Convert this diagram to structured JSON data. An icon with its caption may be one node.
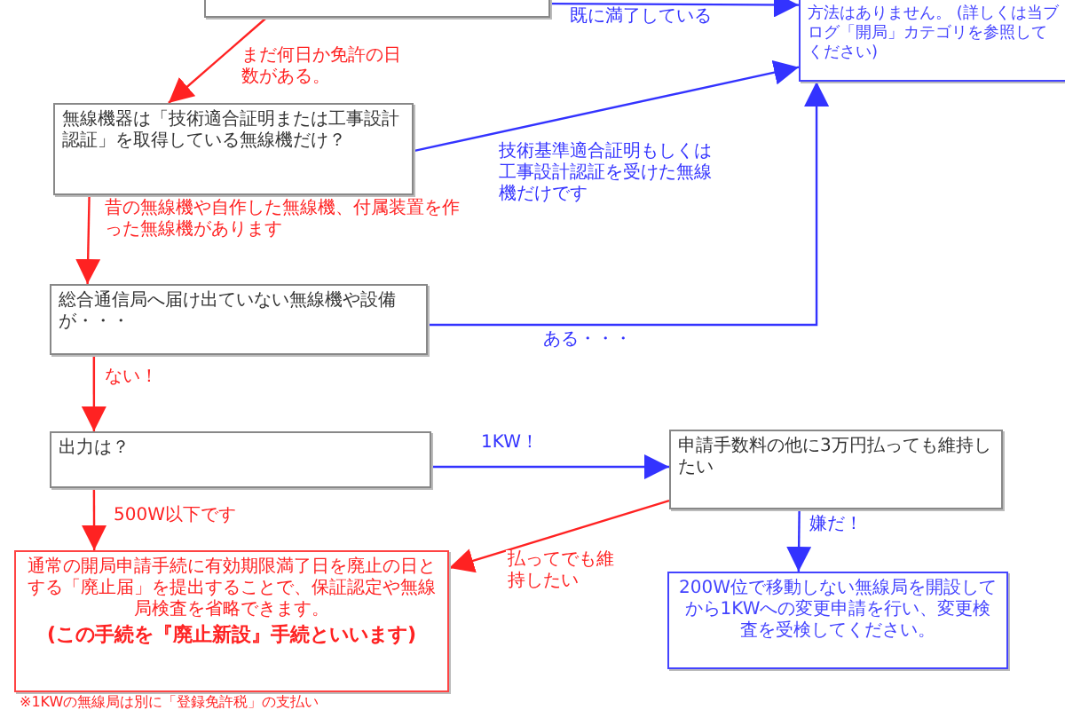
{
  "diagram": {
    "nodes": [
      {
        "text": [],
        "shape": "box"
      },
      {
        "text": [
          "方法はありません。 (詳しくは当ブログ「開局」カテゴリを参照してください)"
        ]
      },
      {
        "text": [
          "無線機器は「技術適合証明または工事設計認証」を取得している無線機だけ？"
        ]
      },
      {
        "text": [
          "総合通信局へ届け出ていない無線機や設備が・・・"
        ]
      },
      {
        "text": [
          "出力は？"
        ]
      },
      {
        "text": [
          "申請手数料の他に3万円払っても維持したい"
        ]
      },
      {
        "text": [
          "通常の開局申請手続に有効期限満了日を廃止の日とする「廃止届」を提出することで、保証認定や無線局検査を省略できます。",
          "(この手続を『廃止新設』手続といいます)"
        ],
        "beside": [
          "※1KWの無線局は別に「登録免許税」の支払い"
        ]
      },
      {
        "text": [
          "200W位で移動しない無線局を開設してから1KWへの変更申請を行い、変更検査を受検してください。"
        ]
      }
    ],
    "edges": [
      {
        "from": 0,
        "to": 1,
        "arrow": "to",
        "label": "既に満了している",
        "color": "#3333ff"
      },
      {
        "from": 0,
        "to": 2,
        "arrow": "to",
        "label": "まだ何日か免許の日数がある。",
        "color": "#ff2222"
      },
      {
        "from": 2,
        "to": 1,
        "arrow": "to",
        "label": "技術基準適合証明もしくは工事設計認証を受けた無線機だけです",
        "color": "#3333ff"
      },
      {
        "from": 2,
        "to": 3,
        "arrow": "to",
        "label": "昔の無線機や自作した無線機、付属装置を作った無線機があります",
        "color": "#ff2222"
      },
      {
        "from": 3,
        "to": 1,
        "arrow": "to",
        "label": "ある・・・",
        "color": "#3333ff"
      },
      {
        "from": 3,
        "to": 4,
        "arrow": "to",
        "label": "ない！",
        "color": "#ff2222"
      },
      {
        "from": 4,
        "to": 5,
        "arrow": "to",
        "label": "1KW！",
        "color": "#3333ff"
      },
      {
        "from": 4,
        "to": 6,
        "arrow": "to",
        "label": "500W以下です",
        "color": "#ff2222"
      },
      {
        "from": 5,
        "to": 6,
        "arrow": "to",
        "label": "払ってでも維持したい",
        "color": "#ff2222"
      },
      {
        "from": 5,
        "to": 7,
        "arrow": "to",
        "label": "嫌だ！",
        "color": "#3333ff"
      }
    ]
  }
}
